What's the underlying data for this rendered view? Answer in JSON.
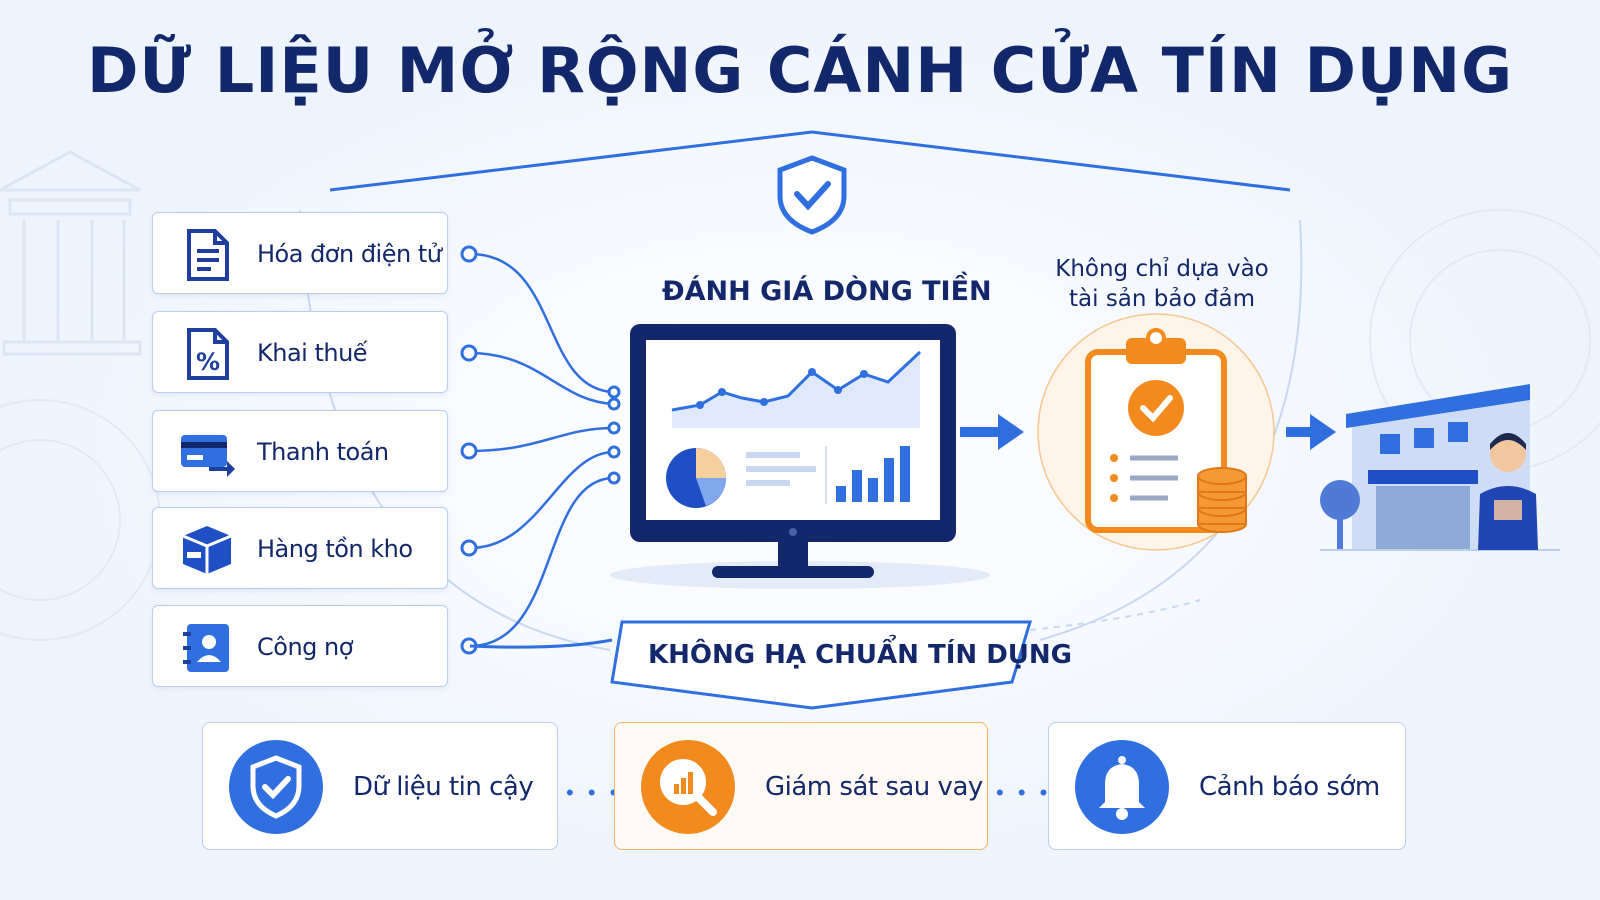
{
  "title": "DỮ LIỆU MỞ RỘNG CÁNH CỬA TÍN DỤNG",
  "sources": [
    {
      "label": "Hóa đơn điện tử",
      "icon": "invoice-icon"
    },
    {
      "label": "Khai thuế",
      "icon": "tax-percent-icon"
    },
    {
      "label": "Thanh toán",
      "icon": "payment-card-icon"
    },
    {
      "label": "Hàng tồn kho",
      "icon": "inventory-box-icon"
    },
    {
      "label": "Công nợ",
      "icon": "debt-contact-icon"
    }
  ],
  "center": {
    "heading": "ĐÁNH GIÁ DÒNG TIỀN"
  },
  "collateral": {
    "line1": "Không chỉ dựa vào",
    "line2": "tài sản bảo đảm"
  },
  "banner": "KHÔNG HẠ CHUẨN TÍN DỤNG",
  "features": [
    {
      "label": "Dữ liệu tin cậy",
      "icon": "shield-check-icon"
    },
    {
      "label": "Giám sát sau vay",
      "icon": "magnifier-chart-icon"
    },
    {
      "label": "Cảnh báo sớm",
      "icon": "bell-icon"
    }
  ],
  "colors": {
    "navy": "#13286b",
    "blue": "#2f6fe0",
    "orange": "#f28a1d",
    "light_blue": "#b9cdee"
  }
}
